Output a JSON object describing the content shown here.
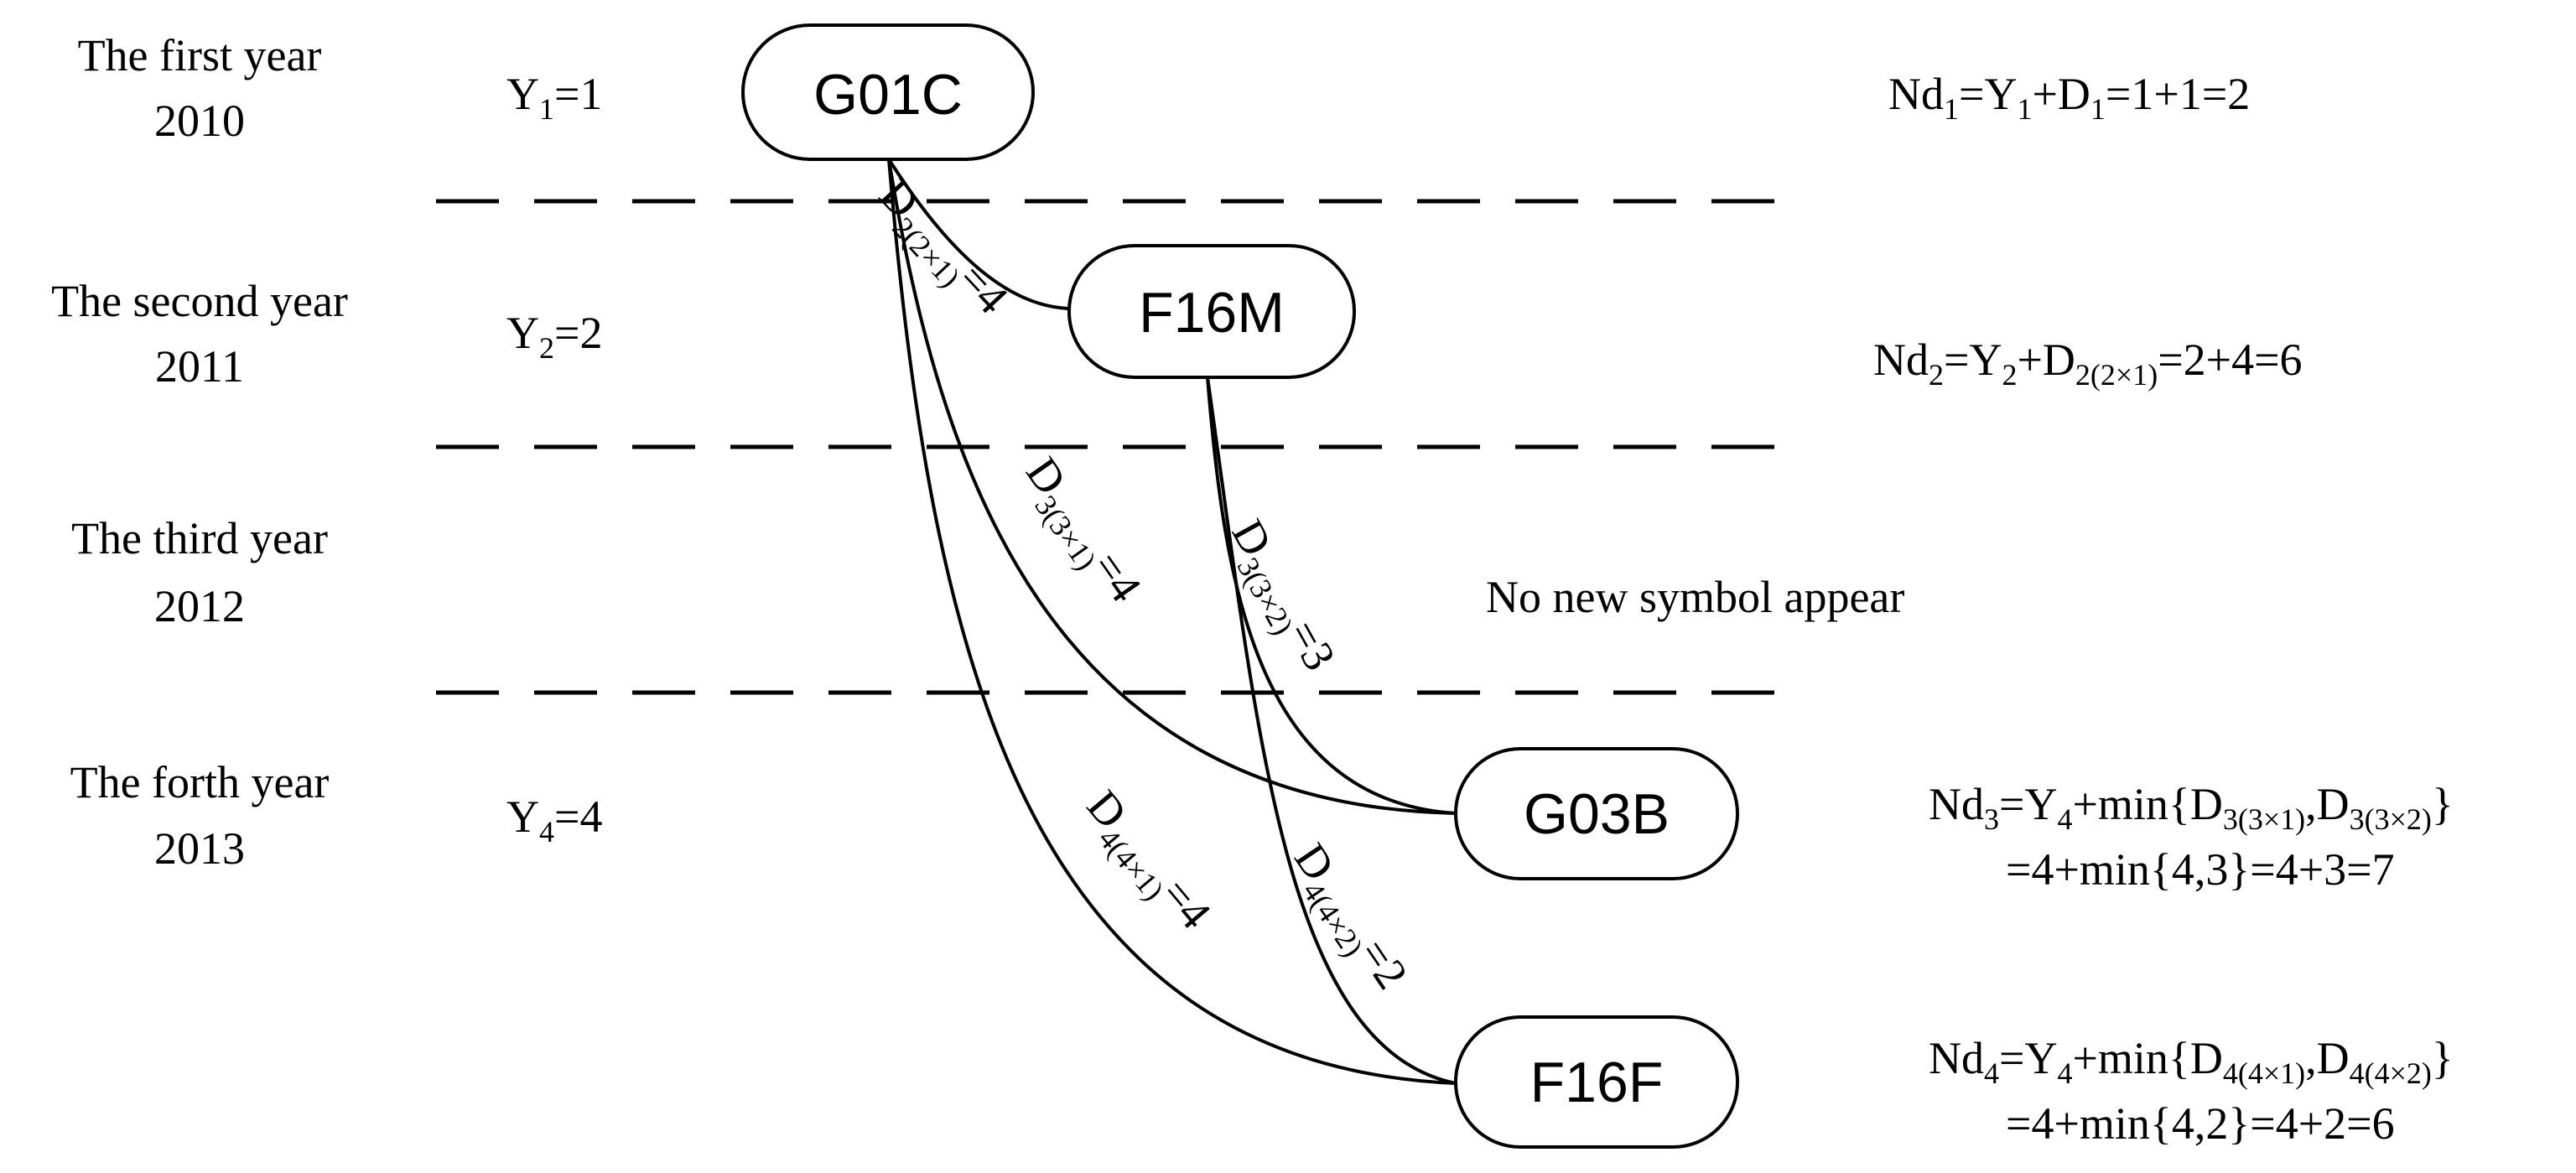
{
  "years": [
    {
      "label": "The first year",
      "year": "2010"
    },
    {
      "label": "The second year",
      "year": "2011"
    },
    {
      "label": "The third year",
      "year": "2012"
    },
    {
      "label": "The forth year",
      "year": "2013"
    }
  ],
  "y_values": {
    "y1": {
      "main": "Y",
      "sub": "1",
      "rest": "=1"
    },
    "y2": {
      "main": "Y",
      "sub": "2",
      "rest": "=2"
    },
    "y4": {
      "main": "Y",
      "sub": "4",
      "rest": "=4"
    }
  },
  "nodes": {
    "g01c": "G01C",
    "f16m": "F16M",
    "g03b": "G03B",
    "f16f": "F16F"
  },
  "edges": {
    "d2": {
      "main": "D",
      "sub": "2(2×1)",
      "rest": "=4"
    },
    "d31": {
      "main": "D",
      "sub": "3(3×1)",
      "rest": "=4"
    },
    "d32": {
      "main": "D",
      "sub": "3(3×2)",
      "rest": "=3"
    },
    "d41": {
      "main": "D",
      "sub": "4(4×1)",
      "rest": "=4"
    },
    "d42": {
      "main": "D",
      "sub": "4(4×2)",
      "rest": "=2"
    }
  },
  "note": "No new symbol appear",
  "formulas": {
    "nd1": {
      "a": "Nd",
      "as": "1",
      "b": "=Y",
      "bs": "1",
      "c": "+D",
      "cs": "1",
      "d": "=1+1=2"
    },
    "nd2": {
      "a": "Nd",
      "as": "2",
      "b": "=Y",
      "bs": "2",
      "c": "+D",
      "cs": "2(2×1)",
      "d": "=2+4=6"
    },
    "nd3": {
      "a": "Nd",
      "as": "3",
      "b": "=Y",
      "bs": "4",
      "c": "+min{D",
      "cs": "3(3×1)",
      "d": ",D",
      "ds": "3(3×2)",
      "e": "}",
      "line2": "=4+min{4,3}=4+3=7"
    },
    "nd4": {
      "a": "Nd",
      "as": "4",
      "b": "=Y",
      "bs": "4",
      "c": "+min{D",
      "cs": "4(4×1)",
      "d": ",D",
      "ds": "4(4×2)",
      "e": "}",
      "line2": "=4+min{4,2}=4+2=6"
    }
  }
}
